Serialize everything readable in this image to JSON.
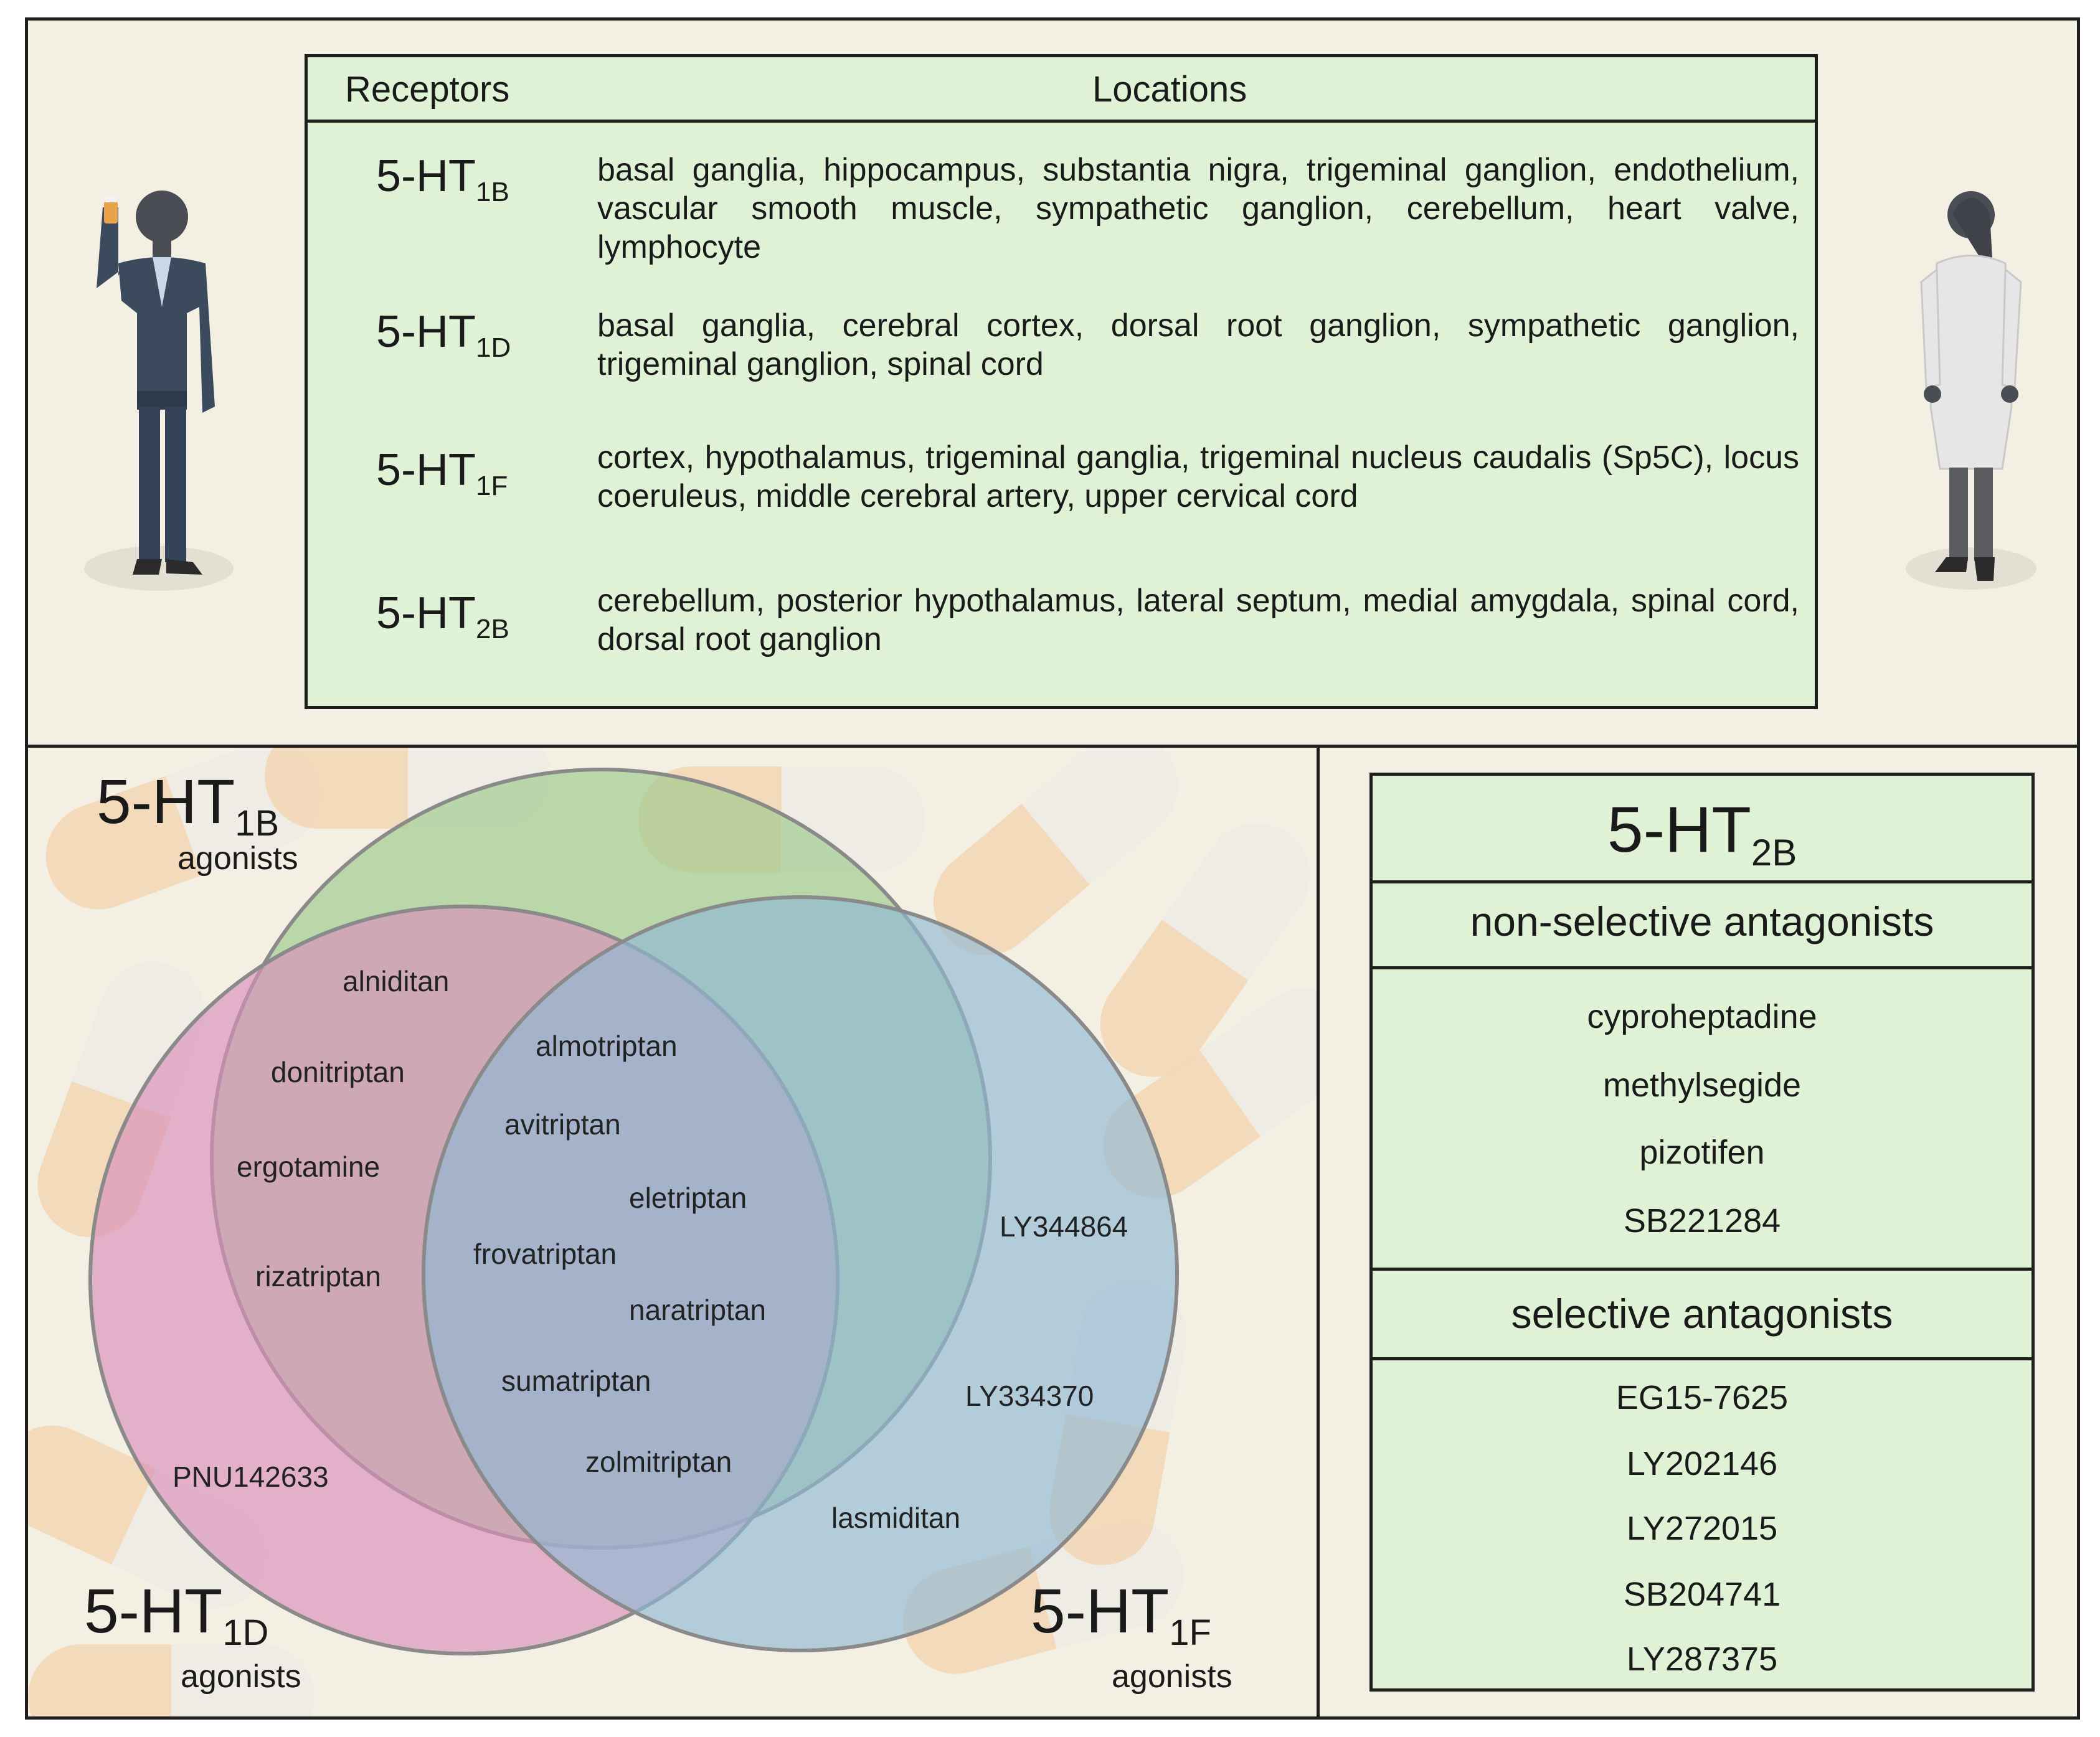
{
  "receptor_table": {
    "header_receptors": "Receptors",
    "header_locations": "Locations",
    "rows": [
      {
        "base": "5-HT",
        "sub": "1B",
        "locations": "basal ganglia, hippocampus, substantia nigra, trigeminal ganglion, endothelium, vascular smooth muscle, sympathetic ganglion, cerebellum, heart valve, lymphocyte"
      },
      {
        "base": "5-HT",
        "sub": "1D",
        "locations": "basal ganglia, cerebral cortex, dorsal root ganglion, sympathetic ganglion, trigeminal ganglion, spinal cord"
      },
      {
        "base": "5-HT",
        "sub": "1F",
        "locations": "cortex, hypothalamus, trigeminal ganglia, trigeminal nucleus caudalis (Sp5C), locus coeruleus, middle cerebral artery, upper cervical cord"
      },
      {
        "base": "5-HT",
        "sub": "2B",
        "locations": "cerebellum, posterior hypothalamus, lateral septum, medial amygdala, spinal cord, dorsal root ganglion"
      }
    ]
  },
  "venn": {
    "set_1b": {
      "base": "5-HT",
      "sub": "1B",
      "caption": "agonists",
      "color": "#9bc98a"
    },
    "set_1d": {
      "base": "5-HT",
      "sub": "1D",
      "caption": "agonists",
      "color": "#d98fbb"
    },
    "set_1f": {
      "base": "5-HT",
      "sub": "1F",
      "caption": "agonists",
      "color": "#8fb8d6"
    },
    "drugs": {
      "alniditan": "alniditan",
      "donitriptan": "donitriptan",
      "ergotamine": "ergotamine",
      "rizatriptan": "rizatriptan",
      "almotriptan": "almotriptan",
      "avitriptan": "avitriptan",
      "eletriptan": "eletriptan",
      "frovatriptan": "frovatriptan",
      "naratriptan": "naratriptan",
      "sumatriptan": "sumatriptan",
      "zolmitriptan": "zolmitriptan",
      "ly344864": "LY344864",
      "ly334370": "LY334370",
      "lasmiditan": "lasmiditan",
      "pnu142633": "PNU142633"
    }
  },
  "antagonists": {
    "title_base": "5-HT",
    "title_sub": "2B",
    "nonselective_header": "non-selective antagonists",
    "nonselective": [
      "cyproheptadine",
      "methylsegide",
      "pizotifen",
      "SB221284"
    ],
    "selective_header": "selective antagonists",
    "selective": [
      "EG15-7625",
      "LY202146",
      "LY272015",
      "SB204741",
      "LY287375"
    ]
  }
}
